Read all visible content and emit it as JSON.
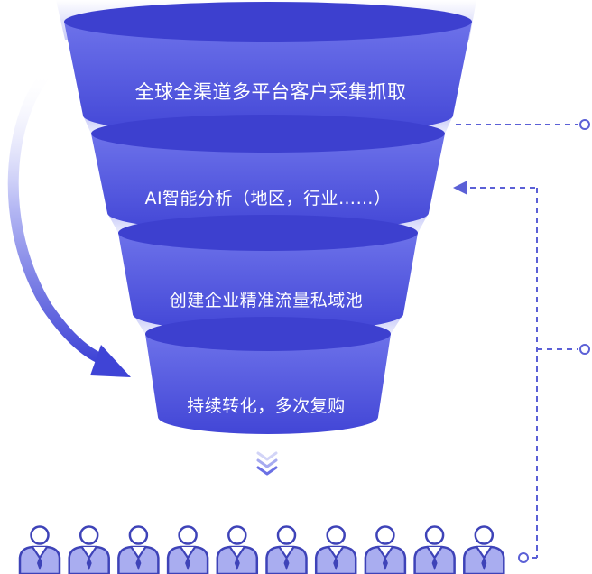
{
  "funnel": {
    "stages": [
      {
        "label": "全球全渠道多平台客户采集抓取"
      },
      {
        "label": "AI智能分析（地区，行业……）"
      },
      {
        "label": "创建企业精准流量私域池"
      },
      {
        "label": "持续转化，多次复购"
      }
    ]
  },
  "colors": {
    "funnel_dark": "#3d40cf",
    "funnel_mid": "#5a5fe6",
    "funnel_light": "#8e94f2",
    "connector": "#5b60d6",
    "person_dark": "#3e43b8",
    "person_light": "#a9adf0"
  },
  "people": {
    "count": 10
  },
  "icons": {
    "chevrons": "double-chevron-down-icon",
    "node": "circle-node-icon",
    "person": "person-icon"
  }
}
